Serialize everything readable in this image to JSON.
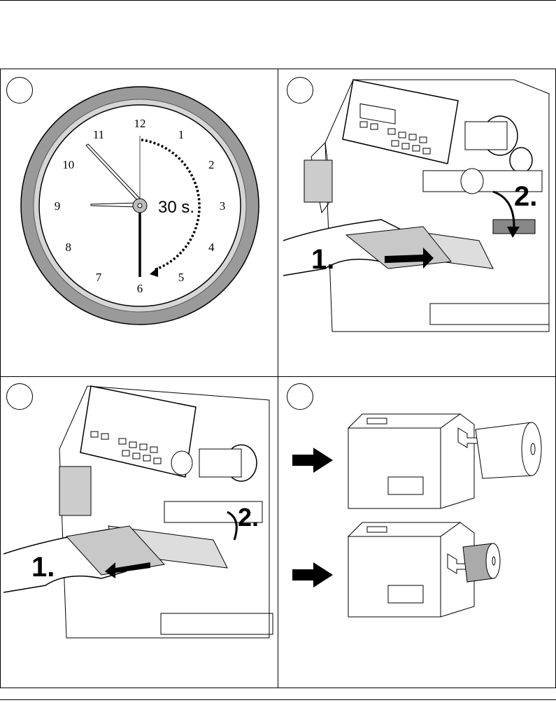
{
  "clock": {
    "numerals": [
      "12",
      "1",
      "2",
      "3",
      "4",
      "5",
      "6",
      "7",
      "8",
      "9",
      "10",
      "11"
    ],
    "duration_label": "30 s."
  },
  "panel2": {
    "step1_label": "1.",
    "step2_label": "2."
  },
  "panel3": {
    "step1_label": "1.",
    "step2_label": "2."
  },
  "colors": {
    "rim_outer": "#9a9a9a",
    "rim_inner": "#d6d6d6",
    "paper": "#c8c8c8",
    "ink": "#000000"
  }
}
